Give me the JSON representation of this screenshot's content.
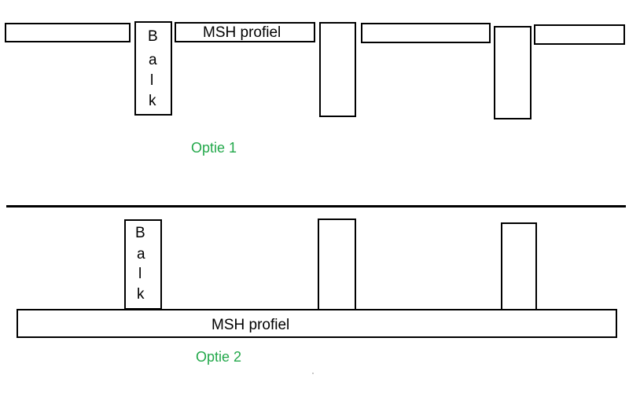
{
  "option1": {
    "label": "Optie 1",
    "profile_label": "MSH profiel",
    "beam_letters": [
      "B",
      "a",
      "l",
      "k"
    ]
  },
  "option2": {
    "label": "Optie 2",
    "profile_label": "MSH profiel",
    "beam_letters": [
      "B",
      "a",
      "l",
      "k"
    ]
  },
  "colors": {
    "option_label": "#22a84a",
    "stroke": "#000000",
    "background": "#ffffff"
  }
}
